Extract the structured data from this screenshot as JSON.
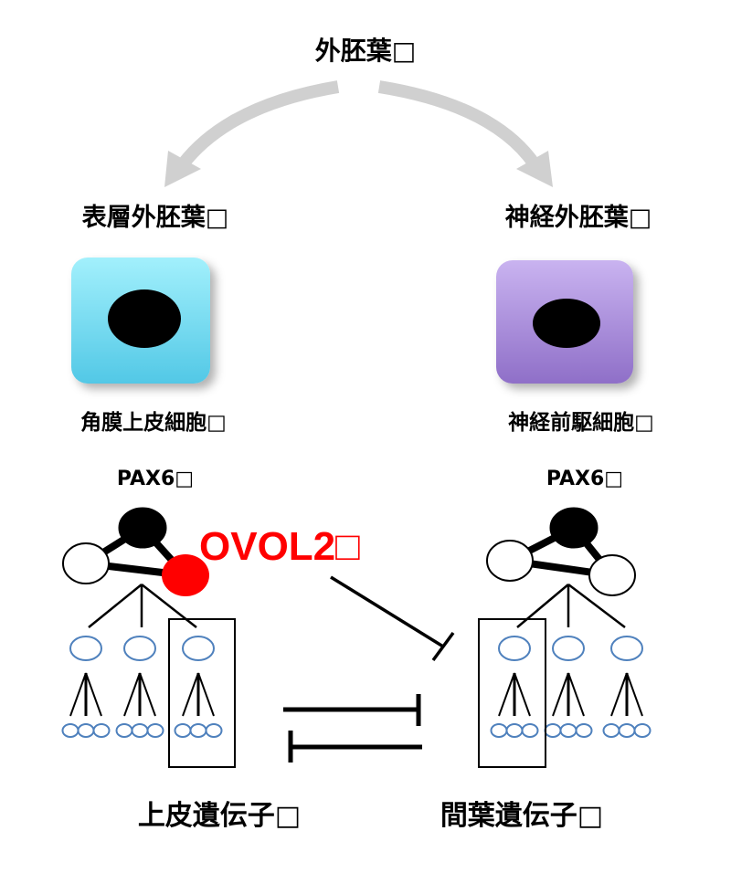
{
  "title": "外胚葉□",
  "branches": {
    "left": {
      "label": "表層外胚葉□",
      "cell_label": "角膜上皮細胞□",
      "hub_label": "PAX6□",
      "gene_label": "上皮遺伝子□",
      "cell_color": "#6fd8f0"
    },
    "right": {
      "label": "神経外胚葉□",
      "cell_label": "神経前駆細胞□",
      "hub_label": "PAX6□",
      "gene_label": "間葉遺伝子□",
      "cell_color": "#a88ad8"
    }
  },
  "factor": {
    "label": "OVOL2□",
    "color": "#ff0000"
  }
}
